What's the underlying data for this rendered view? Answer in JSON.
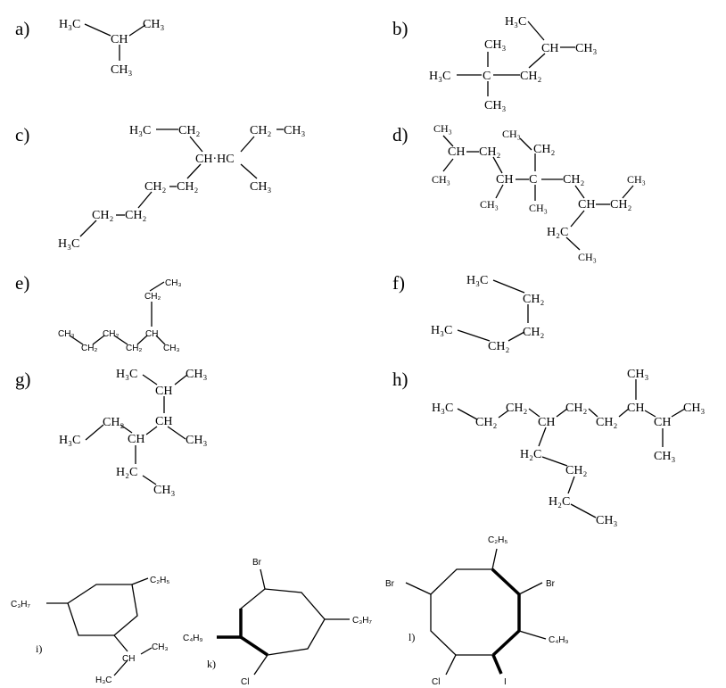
{
  "a": {
    "label": "a)",
    "h3c": "H₃C",
    "ch3_r": "CH₃",
    "ch": "CH",
    "ch3_b": "CH₃"
  },
  "b": {
    "label": "b)",
    "h3c_top": "H₃C",
    "ch3_top": "CH₃",
    "ch": "CH",
    "ch3_r": "CH₃",
    "h3c_l": "H₃C",
    "c": "C",
    "ch2": "CH₂",
    "ch3_b": "CH₃"
  },
  "c": {
    "label": "c)",
    "h3c_top": "H₃C",
    "ch2_top": "CH₂",
    "ch2_tr": "CH₂",
    "ch3_tr": "CH₃",
    "chhc": "CH·HC",
    "ch3_r": "CH₃",
    "ch2_m1": "CH₂",
    "ch2_m2": "CH₂",
    "ch2_l1": "CH₂",
    "ch2_l2": "CH₂",
    "h3c_b": "H₃C"
  },
  "d": {
    "label": "d)",
    "ch3_1": "CH₃",
    "ch_1": "CH",
    "ch2_1": "CH₂",
    "ch3_2": "CH₃",
    "ch3_3": "CH₃",
    "ch2_2": "CH₂",
    "ch_2": "CH",
    "c": "C",
    "ch2_3": "CH₂",
    "ch3_4": "CH₃",
    "ch3_5": "CH₃",
    "ch3_6": "CH₃",
    "ch_3": "CH",
    "ch2_4": "CH₂",
    "h2c": "H₂C",
    "ch3_7": "CH₃"
  },
  "e": {
    "label": "e)",
    "ch3_top": "CH₃",
    "ch2_top": "CH₂",
    "ch3_l": "CH₃",
    "ch2_1": "CH₂",
    "ch2_2": "CH₂",
    "ch2_3": "CH₂",
    "ch": "CH",
    "ch3_b": "CH₃"
  },
  "f": {
    "label": "f)",
    "h3c_1": "H₃C",
    "ch2_1": "CH₂",
    "h3c_2": "H₃C",
    "ch2_2": "CH₂",
    "ch2_3": "CH₂"
  },
  "g": {
    "label": "g)",
    "h3c_top": "H₃C",
    "ch3_top": "CH₃",
    "ch_1": "CH",
    "ch2": "CH₂",
    "ch_2": "CH",
    "h3c_l": "H₃C",
    "ch_3": "CH",
    "ch3_r": "CH₃",
    "h2c": "H₂C",
    "ch3_b": "CH₃"
  },
  "h": {
    "label": "h)",
    "ch3_top": "CH₃",
    "h3c": "H₃C",
    "ch2_1": "CH₂",
    "ch2_2": "CH₂",
    "ch_1": "CH",
    "ch2_3": "CH₂",
    "ch2_4": "CH₂",
    "ch_2": "CH",
    "ch_3": "CH",
    "ch3_r": "CH₃",
    "ch3_b": "CH₃",
    "h2c_1": "H₂C",
    "ch2_5": "CH₂",
    "h2c_2": "H₂C",
    "ch3_e": "CH₃"
  },
  "i": {
    "label": "i)",
    "c2h5": "C₂H₅",
    "c3h7": "C₃H₇",
    "ch": "CH",
    "ch3": "CH₃",
    "h3c": "H₃C"
  },
  "k": {
    "label": "k)",
    "br": "Br",
    "c3h7": "C₃H₇",
    "c4h9": "C₄H₉",
    "cl": "Cl"
  },
  "l": {
    "label": "l)",
    "c2h5": "C₂H₅",
    "br_l": "Br",
    "br_r": "Br",
    "c4h9": "C₄H₉",
    "cl": "Cl",
    "i": "I"
  }
}
